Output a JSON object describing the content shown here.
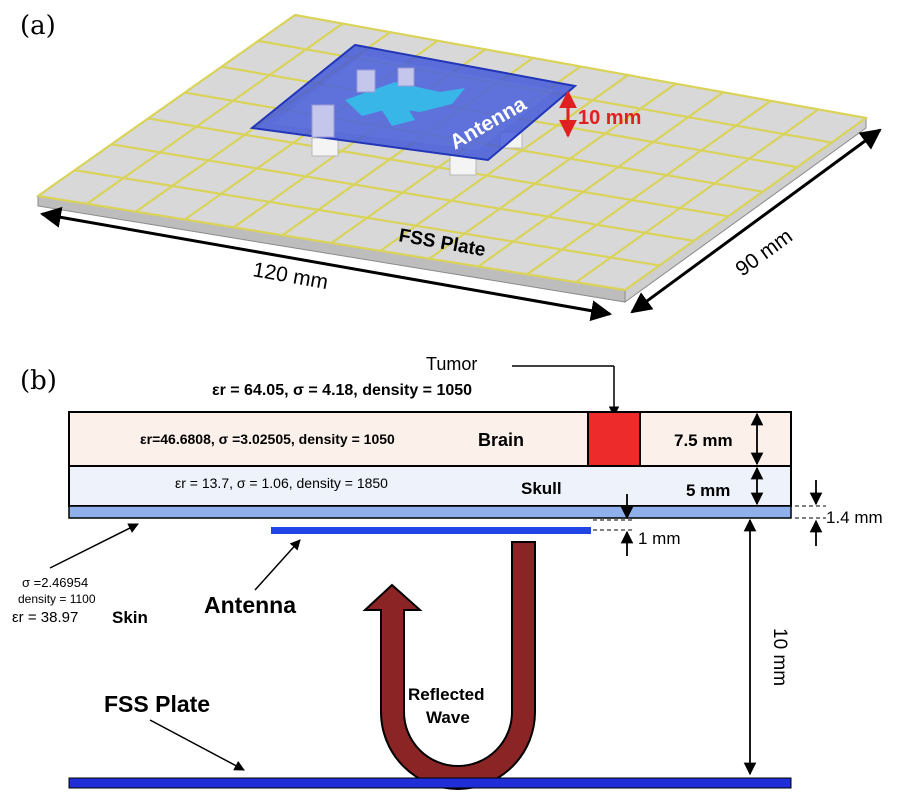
{
  "colors": {
    "fss_fill": "#d8d8d8",
    "fss_grid": "#d9d35a",
    "antenna_fill": "#3f56d8",
    "patch": "#38b6e8",
    "dimension_red": "#e02020",
    "brain_fill": "#fbf0ea",
    "skull_fill": "#eef2fb",
    "skin_fill": "#8fb0ea",
    "tumor_fill": "#ee2b2b",
    "antenna_bar": "#1f45e6",
    "fss_bar": "#1f2ed6",
    "wave_fill": "#8b2424"
  },
  "panel_a": {
    "label": "(a)",
    "antenna_label": "Antenna",
    "height_dim": "10 mm",
    "plate_label": "FSS Plate",
    "length_dim": "120 mm",
    "width_dim": "90 mm"
  },
  "panel_b": {
    "label": "(b)",
    "tumor_label": "Tumor",
    "tumor_props": "εr = 64.05, σ = 4.18, density = 1050",
    "brain_props": "εr=46.6808, σ =3.02505, density = 1050",
    "brain_label": "Brain",
    "brain_dim": "7.5 mm",
    "skull_props": "εr = 13.7, σ = 1.06, density = 1850",
    "skull_label": "Skull",
    "skull_dim": "5 mm",
    "skin_dim": "1.4 mm",
    "gap_dim": "1 mm",
    "skin_sigma": "σ =2.46954",
    "skin_density": "density = 1100",
    "skin_er": "εr = 38.97",
    "skin_label": "Skin",
    "antenna_label": "Antenna",
    "wave_label_1": "Reflected",
    "wave_label_2": "Wave",
    "distance_dim": "10 mm",
    "fss_label": "FSS Plate"
  }
}
